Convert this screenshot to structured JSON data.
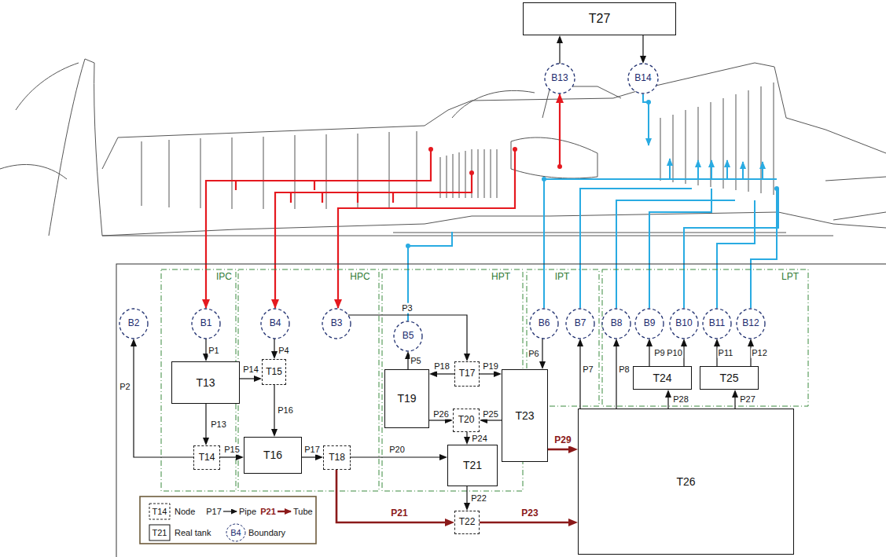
{
  "diagram": {
    "nodes": [
      {
        "text": [
          "T27"
        ]
      },
      {
        "text": [
          "B13"
        ]
      },
      {
        "text": [
          "B14"
        ]
      },
      {
        "text": [
          "B2"
        ]
      },
      {
        "text": [
          "B1"
        ]
      },
      {
        "text": [
          "B4"
        ]
      },
      {
        "text": [
          "B3"
        ]
      },
      {
        "text": [
          "B5"
        ]
      },
      {
        "text": [
          "B6"
        ]
      },
      {
        "text": [
          "B7"
        ]
      },
      {
        "text": [
          "B8"
        ]
      },
      {
        "text": [
          "B9"
        ]
      },
      {
        "text": [
          "B10"
        ]
      },
      {
        "text": [
          "B11"
        ]
      },
      {
        "text": [
          "B12"
        ]
      },
      {
        "text": [
          "T13"
        ]
      },
      {
        "text": [
          "T15"
        ]
      },
      {
        "text": [
          "T17"
        ]
      },
      {
        "text": [
          "T19"
        ]
      },
      {
        "text": [
          "T20"
        ]
      },
      {
        "text": [
          "T23"
        ]
      },
      {
        "text": [
          "T24"
        ]
      },
      {
        "text": [
          "T25"
        ]
      },
      {
        "text": [
          "T14"
        ]
      },
      {
        "text": [
          "T16"
        ]
      },
      {
        "text": [
          "T18"
        ]
      },
      {
        "text": [
          "T21"
        ]
      },
      {
        "text": [
          "T26"
        ]
      },
      {
        "text": [
          "T22"
        ]
      }
    ],
    "edges": [
      {
        "from": 1,
        "to": 0,
        "arrow": "to"
      },
      {
        "from": 0,
        "to": 2,
        "arrow": "to"
      },
      {
        "from": 4,
        "to": 15,
        "label": "P1",
        "arrow": "to"
      },
      {
        "from": 23,
        "to": 3,
        "label": "P2",
        "arrow": "to"
      },
      {
        "from": 6,
        "to": 17,
        "label": "P3",
        "arrow": "to"
      },
      {
        "from": 5,
        "to": 16,
        "label": "P4",
        "arrow": "to"
      },
      {
        "from": 18,
        "to": 7,
        "label": "P5",
        "arrow": "to"
      },
      {
        "from": 8,
        "to": 20,
        "label": "P6",
        "arrow": "to"
      },
      {
        "from": 27,
        "to": 9,
        "label": "P7",
        "arrow": "to"
      },
      {
        "from": 27,
        "to": 10,
        "label": "P8",
        "arrow": "to"
      },
      {
        "from": 21,
        "to": 11,
        "label": "P9",
        "arrow": "to"
      },
      {
        "from": 21,
        "to": 12,
        "label": "P10",
        "arrow": "to"
      },
      {
        "from": 22,
        "to": 13,
        "label": "P11",
        "arrow": "to"
      },
      {
        "from": 22,
        "to": 14,
        "label": "P12",
        "arrow": "to"
      },
      {
        "from": 15,
        "to": 23,
        "label": "P13",
        "arrow": "to"
      },
      {
        "from": 15,
        "to": 16,
        "label": "P14",
        "arrow": "to"
      },
      {
        "from": 23,
        "to": 24,
        "label": "P15",
        "arrow": "to"
      },
      {
        "from": 16,
        "to": 24,
        "label": "P16",
        "arrow": "to"
      },
      {
        "from": 24,
        "to": 25,
        "label": "P17",
        "arrow": "to"
      },
      {
        "from": 17,
        "to": 18,
        "label": "P18",
        "arrow": "to"
      },
      {
        "from": 17,
        "to": 20,
        "label": "P19",
        "arrow": "to"
      },
      {
        "from": 25,
        "to": 26,
        "label": "P20",
        "arrow": "to"
      },
      {
        "from": 25,
        "to": 28,
        "label": "P21",
        "arrow": "to"
      },
      {
        "from": 26,
        "to": 28,
        "label": "P22",
        "arrow": "to"
      },
      {
        "from": 28,
        "to": 27,
        "label": "P23",
        "arrow": "to"
      },
      {
        "from": 19,
        "to": 26,
        "label": "P24",
        "arrow": "to"
      },
      {
        "from": 20,
        "to": 19,
        "label": "P25",
        "arrow": "to"
      },
      {
        "from": 18,
        "to": 19,
        "label": "P26",
        "arrow": "to"
      },
      {
        "from": 27,
        "to": 22,
        "label": "P27",
        "arrow": "to"
      },
      {
        "from": 27,
        "to": 21,
        "label": "P28",
        "arrow": "to"
      },
      {
        "from": 20,
        "to": 27,
        "label": "P29",
        "arrow": "to"
      }
    ],
    "labels": [
      "IPC",
      "HPC",
      "HPT",
      "IPT",
      "LPT",
      "T14",
      "P17",
      "P21",
      "T21",
      "B4"
    ],
    "legend": [
      {
        "text": "Node"
      },
      {
        "text": "Pipe"
      },
      {
        "text": "Tube"
      },
      {
        "text": "Real tank"
      },
      {
        "text": "Boundary"
      }
    ]
  }
}
